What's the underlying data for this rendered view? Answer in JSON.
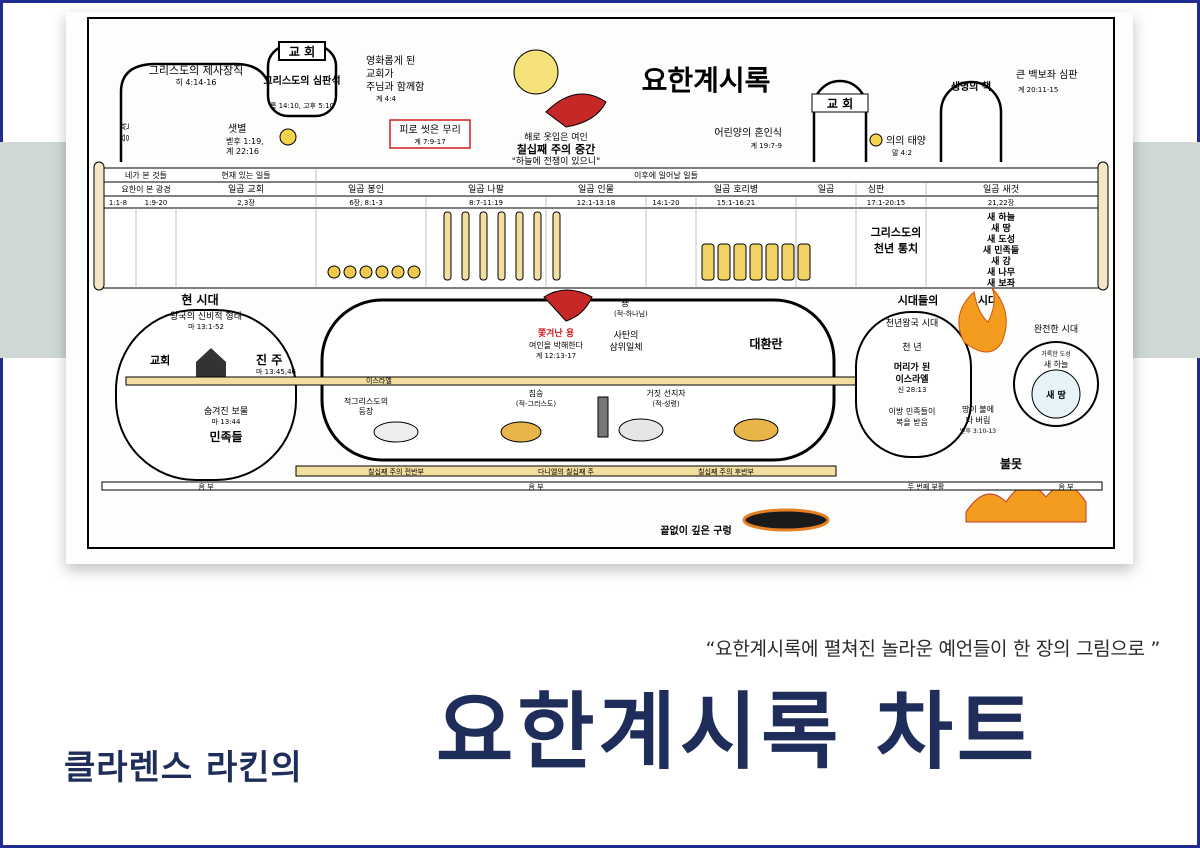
{
  "poster": {
    "main_title": "요한계시록",
    "left_arch": {
      "label": "그리스도의 제사장직",
      "ref": "히 4:14-16"
    },
    "church_top": "교 회",
    "judgment_seat": {
      "label": "그리스도의 심판석",
      "ref": "롬 14:10, 고후 5:10"
    },
    "glorified": {
      "line1": "영화롭게 된",
      "line2": "교회가",
      "line3": "주님과 함께함",
      "ref": "계 4:4"
    },
    "morning_star": {
      "label": "샛별",
      "ref1": "벧후 1:19,",
      "ref2": "계 22:16"
    },
    "blood_box": {
      "label": "피로 씻은 무리",
      "ref": "계 7:9-17"
    },
    "woman": {
      "line1": "해로 옷입은 여인",
      "line2": "칠십째 주의 중간",
      "line3": "\"하늘에 전쟁이 있으니\""
    },
    "lamb_marriage": {
      "label": "어린양의 혼인식",
      "ref": "계 19:7-9"
    },
    "sun_of_righteousness": {
      "label": "의의 태양",
      "ref": "말 4:2"
    },
    "church_right": "교 회",
    "book_of_life": "생명의 책",
    "great_white": {
      "label": "큰 백보좌 심판",
      "ref": "계 20:11-15"
    },
    "ascension": "승 천",
    "top_headers": [
      "네가 본 것들",
      "현재 있는 일들",
      "이후에 일어날 일들"
    ],
    "sub_headers": [
      "요한이 본 광경",
      "일곱 교회",
      "일곱 봉인",
      "일곱 나팔",
      "일곱 인물",
      "일곱 호리병",
      "일곱",
      "심판",
      "일곱 새것"
    ],
    "refs": [
      "1:1-8",
      "1:9-20",
      "2,3장",
      "6장, 8:1-3",
      "8:7-11:19",
      "12:1-13:18",
      "14:1-20",
      "15:1-16:21",
      "17:1-20:15",
      "21,22장"
    ],
    "millennium": {
      "line1": "그리스도의",
      "line2": "천년 통치"
    },
    "new_things": [
      "새 하늘",
      "새 땅",
      "새 도성",
      "새 민족들",
      "새 강",
      "새 나무",
      "새 보좌"
    ],
    "present_age": "현 시대",
    "kingdom_mystery": {
      "label": "왕국의 신비적 형태",
      "ref": "마 13:1-52"
    },
    "church_mid": "교회",
    "pearl": {
      "label": "진 주",
      "ref": "마 13:45,46"
    },
    "hidden_treasure": {
      "label": "숨겨진 보물",
      "ref": "마 13:44"
    },
    "nations": "민족들",
    "israel": "이스라엘",
    "dragon": {
      "label": "용",
      "ref": "(적-하나님)"
    },
    "cast_out": {
      "label": "쫓겨난 용",
      "line2": "여인을 박해한다",
      "ref": "계 12:13-17"
    },
    "satanic_trinity": {
      "line1": "사탄의",
      "line2": "삼위일체"
    },
    "antichrist": {
      "label": "적그리스도의",
      "line2": "등장"
    },
    "beast": {
      "label": "짐승",
      "ref": "(적-그리스도)"
    },
    "false_prophet": {
      "label": "거짓 선지자",
      "ref": "(적-성령)"
    },
    "great_tribulation": "대환란",
    "ages_label": [
      "시대들의",
      "시대"
    ],
    "millennial_age": "천년왕국 시대",
    "perfect_age": "완전한 시대",
    "thousand_years": "천 년",
    "israel_head": {
      "line1": "머리가 된",
      "line2": "이스라엘",
      "ref": "신 28:13"
    },
    "nations_blessed": {
      "line1": "이방 민족들이",
      "line2": "복을 받음"
    },
    "new_jerusalem": {
      "line1": "거룩한 도성",
      "line2": "새 하늘"
    },
    "new_earth": "새 땅",
    "earth_burned": {
      "line1": "땅이 불에",
      "line2": "타 버림",
      "ref": "벧후 3:10-13"
    },
    "lake_of_fire": "불못",
    "bottomless_pit": "끝없이 깊은 구렁",
    "bottom_bar": [
      "칠십째 주의 전반부",
      "다니엘의 칠십째 주",
      "칠십째 주의 후반부"
    ],
    "gospel": [
      "음 부",
      "음 부",
      "두 번째 부활",
      "음 부"
    ]
  },
  "quote": "“요한계시록에 펼쳐진 놀라운 예언들이 한 장의 그림으로 ”",
  "subtitle": "클라렌스 라킨의",
  "title": "요한계시록 차트",
  "colors": {
    "border": "#1e2d8f",
    "title": "#1f2d5a",
    "band": "#cfd8d4",
    "accent_red": "#cc1f1f",
    "scroll": "#f3e7c4"
  }
}
